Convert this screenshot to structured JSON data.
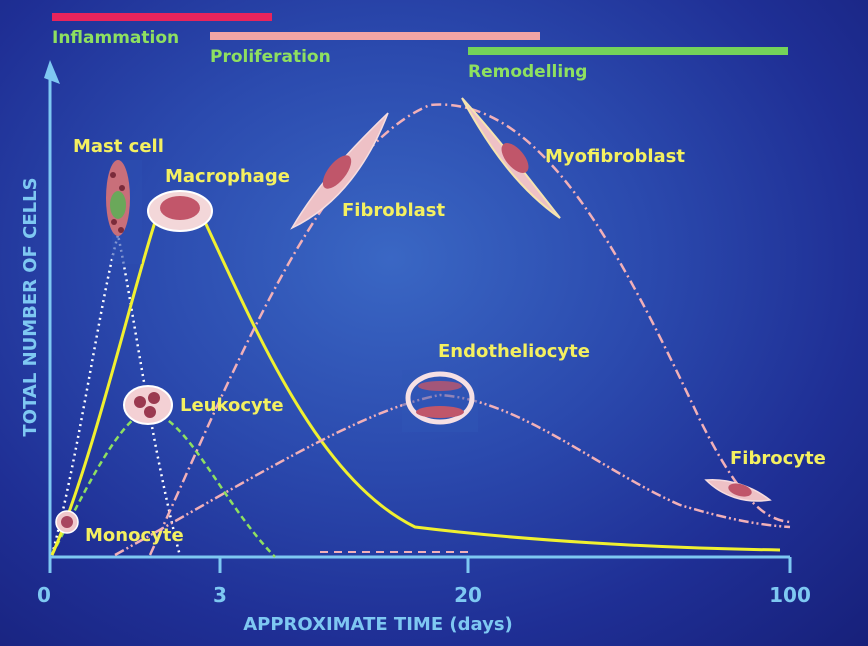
{
  "phases": [
    {
      "name": "Inflammation",
      "color": "#e8245c",
      "label_color": "#8ee060"
    },
    {
      "name": "Proliferation",
      "color": "#f2a5a5",
      "label_color": "#8ee060"
    },
    {
      "name": "Remodelling",
      "color": "#74d35a",
      "label_color": "#8ee060"
    }
  ],
  "axes": {
    "y_label": "TOTAL NUMBER OF CELLS",
    "x_label": "APPROXIMATE TIME (days)",
    "x_ticks": [
      "0",
      "3",
      "20",
      "100"
    ],
    "color": "#7ec8f2"
  },
  "cells": [
    {
      "name": "Mast cell",
      "curve_style": "white dotted"
    },
    {
      "name": "Macrophage",
      "curve_style": "yellow solid"
    },
    {
      "name": "Fibroblast",
      "curve_style": "pink dash-dot"
    },
    {
      "name": "Myofibroblast",
      "curve_style": "pink dash-dot"
    },
    {
      "name": "Leukocyte",
      "curve_style": "green dashed"
    },
    {
      "name": "Endotheliocyte",
      "curve_style": "pink dash-dot-dot"
    },
    {
      "name": "Monocyte",
      "curve_style": "white dotted"
    },
    {
      "name": "Fibrocyte",
      "curve_style": "pink dash-dot-dot"
    }
  ],
  "colors": {
    "cell_label": "#f4f060",
    "yellow_curve": "#f0f030",
    "pink_curve": "#f2b0b8",
    "green_curve": "#8ee060",
    "white_curve": "#ffffff"
  }
}
